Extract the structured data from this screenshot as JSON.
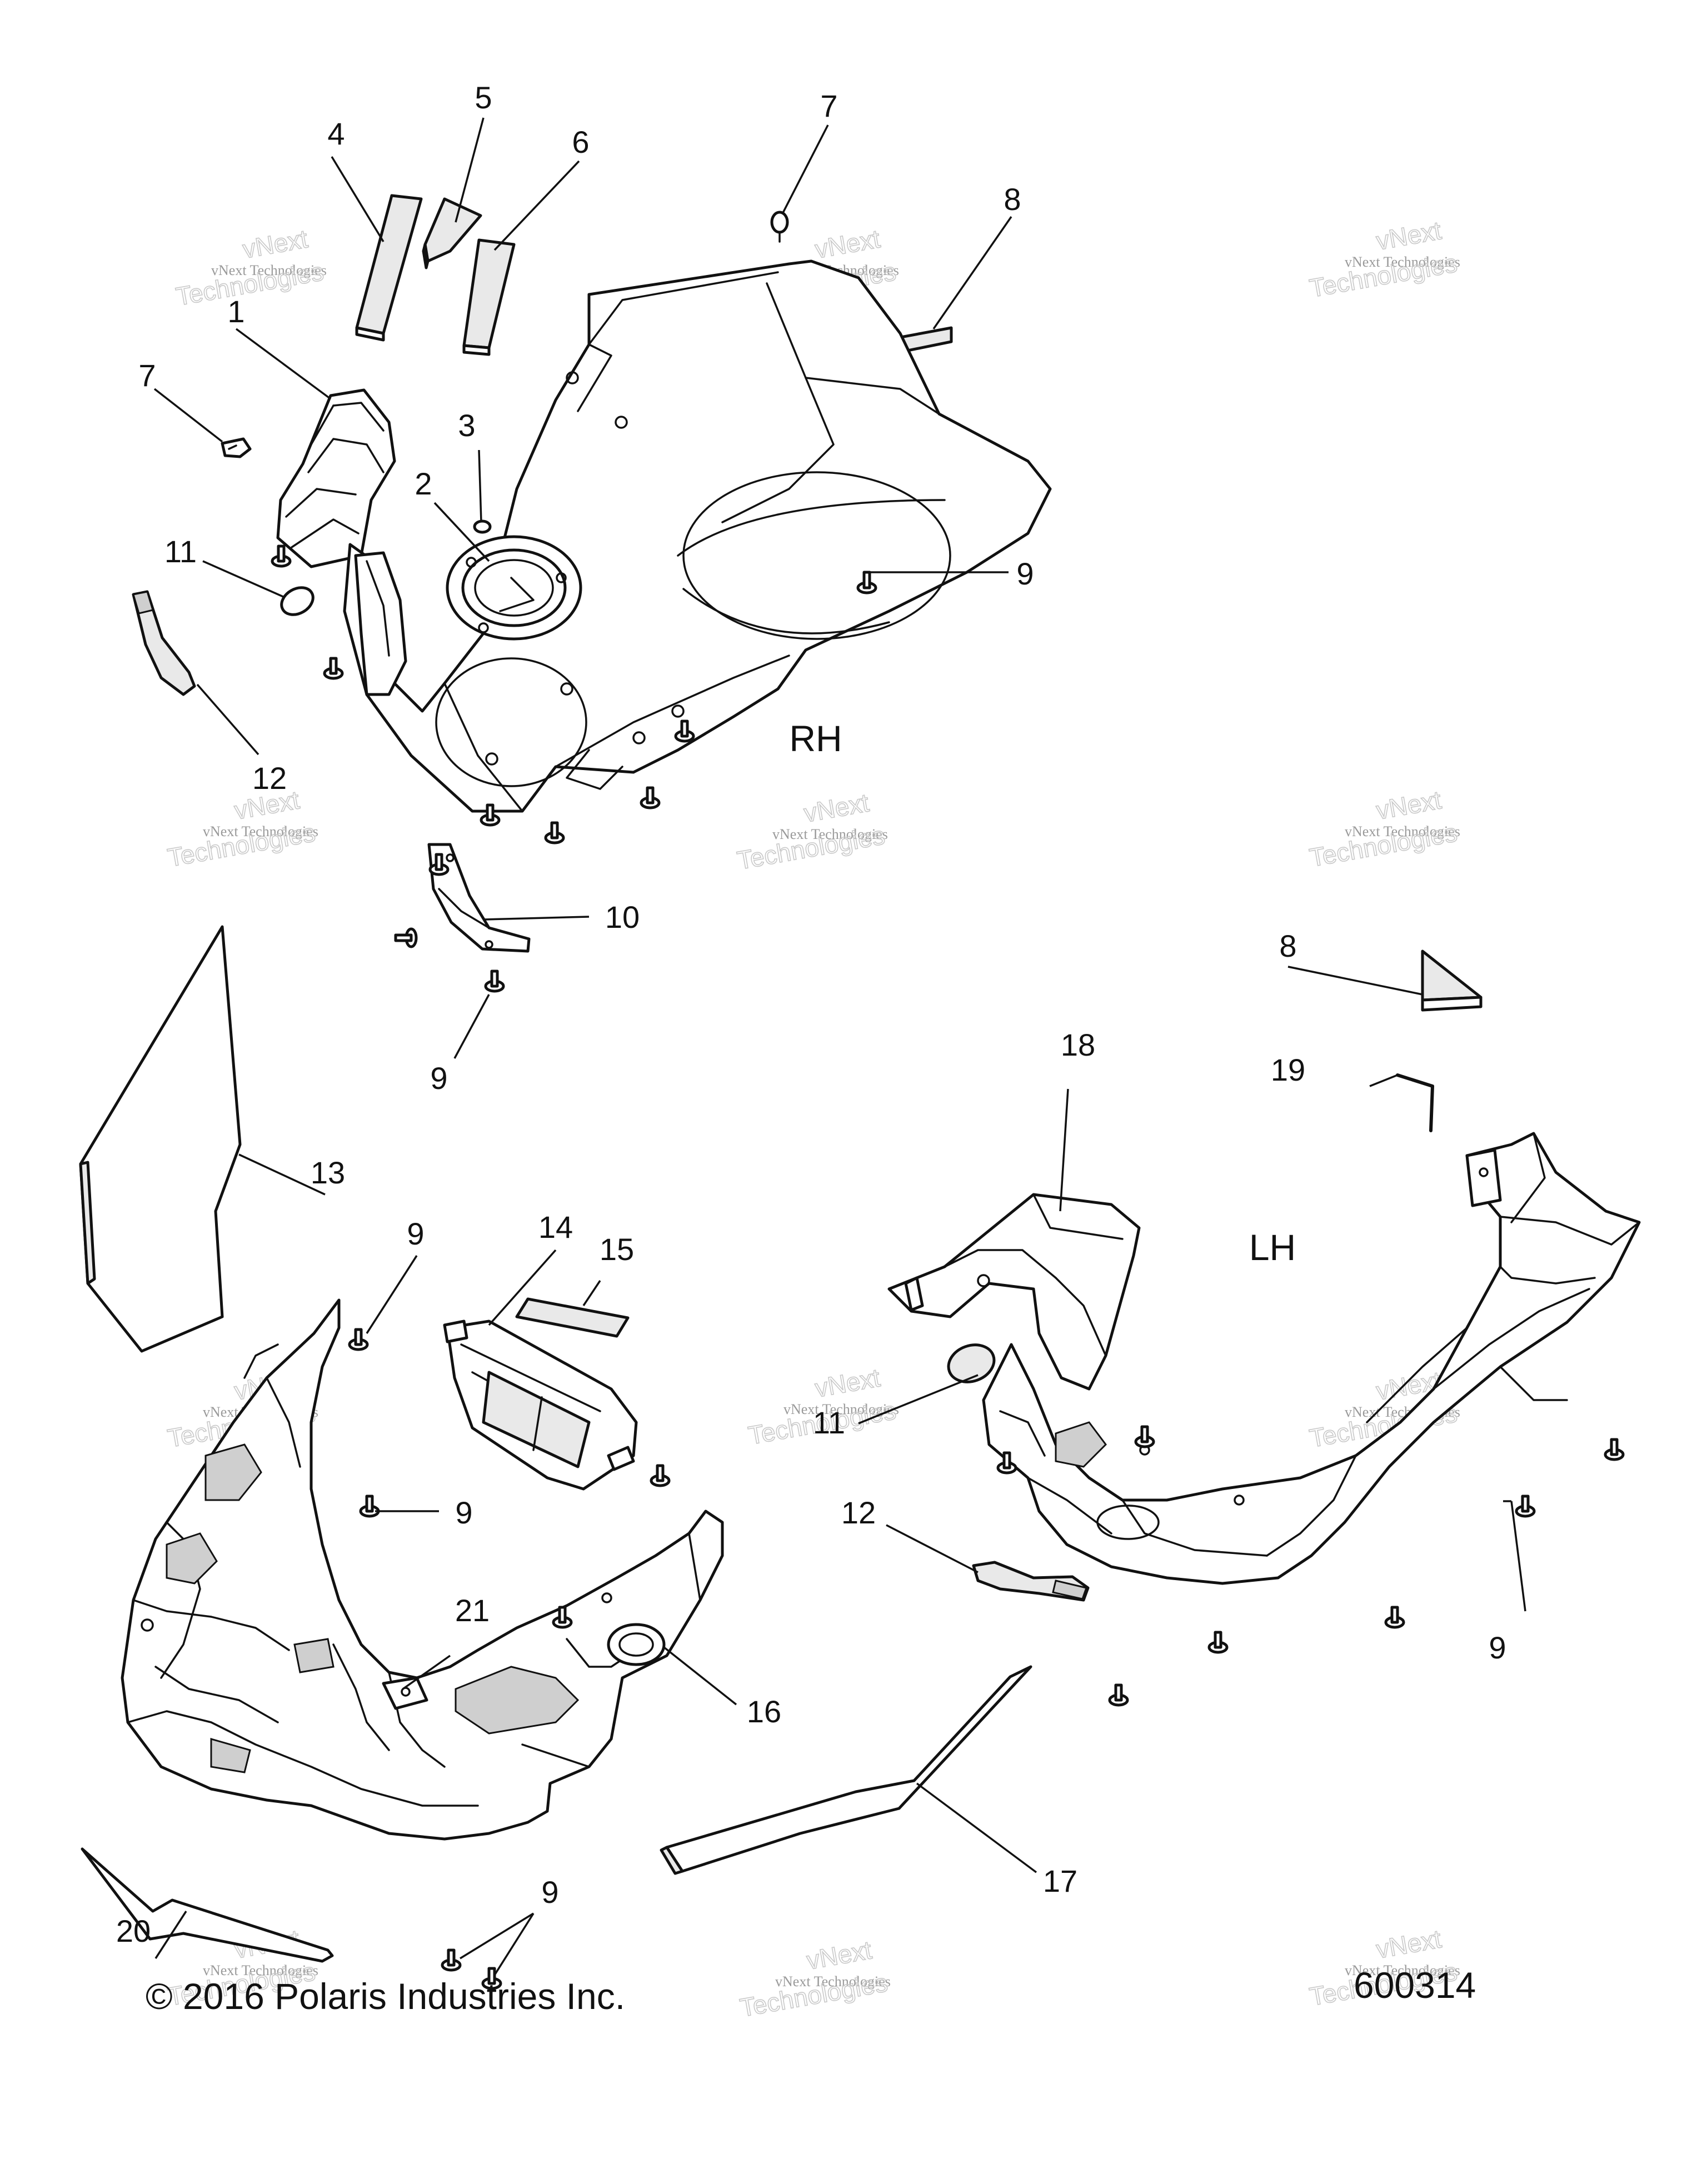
{
  "watermarks": [
    {
      "line1": "vNext Technologies",
      "line2": "Technologies",
      "small": "vNext"
    },
    {
      "line1": "vNext Technologies",
      "line2": "Technologies",
      "small": "vNext"
    },
    {
      "line1": "vNext Technologies",
      "line2": "Technologies",
      "small": "vNext"
    },
    {
      "line1": "vNext Technologies",
      "line2": "Technologies",
      "small": "vNext"
    },
    {
      "line1": "vNext Technologies",
      "line2": "Technologies",
      "small": "vNext"
    },
    {
      "line1": "vNext Technologies",
      "line2": "Technologies",
      "small": "vNext"
    },
    {
      "line1": "vNext Technologies",
      "line2": "Technologies",
      "small": "vNext"
    },
    {
      "line1": "vNext Technologies",
      "line2": "Technologies",
      "small": "vNext"
    },
    {
      "line1": "vNext Technologies",
      "line2": "Technologies",
      "small": "vNext"
    },
    {
      "line1": "vNext Technologies",
      "line2": "Technologies",
      "small": "vNext"
    },
    {
      "line1": "vNext Technologies",
      "line2": "Technologies",
      "small": "vNext"
    },
    {
      "line1": "vNext Technologies",
      "line2": "Technologies",
      "small": "vNext"
    }
  ],
  "side_labels": {
    "rh": "RH",
    "lh": "LH"
  },
  "callouts": {
    "c1": "1",
    "c2": "2",
    "c3": "3",
    "c4": "4",
    "c5": "5",
    "c6": "6",
    "c7a": "7",
    "c7b": "7",
    "c8a": "8",
    "c8b": "8",
    "c9a": "9",
    "c9b": "9",
    "c9c": "9",
    "c9d": "9",
    "c9e": "9",
    "c9f": "9",
    "c10": "10",
    "c11a": "11",
    "c11b": "11",
    "c12a": "12",
    "c12b": "12",
    "c13": "13",
    "c14": "14",
    "c15": "15",
    "c16": "16",
    "c17": "17",
    "c18": "18",
    "c19": "19",
    "c20": "20",
    "c21": "21"
  },
  "footer": {
    "copyright": "© 2016 Polaris Industries Inc.",
    "figure_number": "600314"
  }
}
